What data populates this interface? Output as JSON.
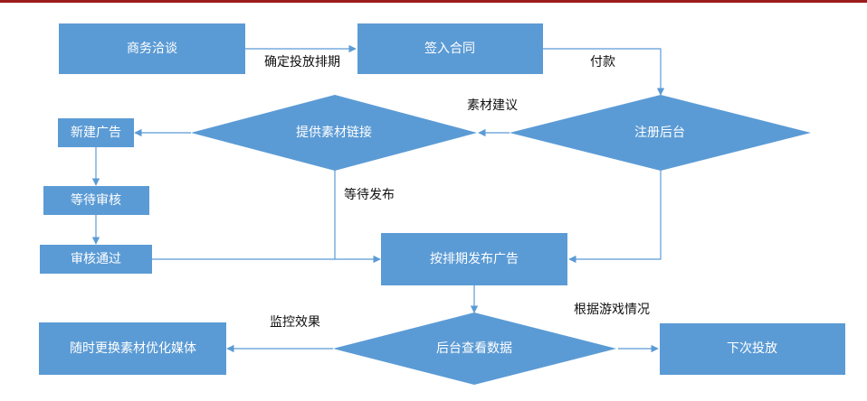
{
  "nodes": {
    "negotiation": "商务洽谈",
    "sign_contract": "签入合同",
    "register_backend": "注册后台",
    "provide_material_link": "提供素材链接",
    "create_ad": "新建广告",
    "await_review": "等待审核",
    "review_passed": "审核通过",
    "publish_by_schedule": "按排期发布广告",
    "check_backend_data": "后台查看数据",
    "replace_material": "随时更换素材优化媒体",
    "next_placement": "下次投放"
  },
  "edge_labels": {
    "confirm_schedule": "确定投放排期",
    "payment": "付款",
    "material_suggestion": "素材建议",
    "await_publish": "等待发布",
    "monitor_effect": "监控效果",
    "by_game_status": "根据游戏情况"
  },
  "colors": {
    "node_fill": "#5b9bd5",
    "line": "#5b9bd5",
    "top_bar": "#9b1b1b"
  }
}
